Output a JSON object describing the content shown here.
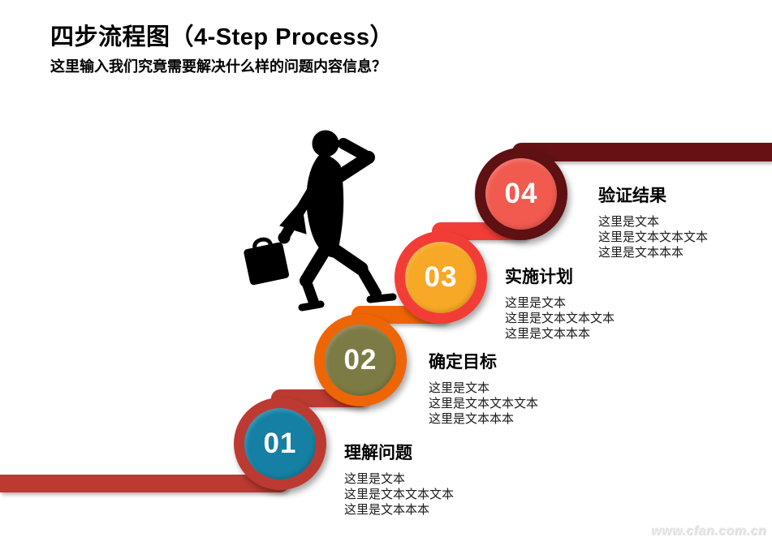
{
  "slide": {
    "title": "四步流程图（4-Step Process）",
    "subtitle": "这里输入我们究竟需要解决什么样的问题内容信息？",
    "watermark": "www.cfan.com.cn"
  },
  "colors": {
    "entry_bar": "#BC3A31",
    "exit_bar": "#671114",
    "number_text": "#ffffff",
    "silhouette": "#000000"
  },
  "steps": [
    {
      "number": "01",
      "heading": "理解问题",
      "lines": [
        "这里是文本",
        "这里是文本文本文本",
        "这里是文本本本"
      ],
      "ring_color": "#BC3A31",
      "fill_color": "#1580A3"
    },
    {
      "number": "02",
      "heading": "确定目标",
      "lines": [
        "这里是文本",
        "这里是文本文本文本",
        "这里是文本本本"
      ],
      "ring_color": "#EE6506",
      "fill_color": "#7C7A45"
    },
    {
      "number": "03",
      "heading": "实施计划",
      "lines": [
        "这里是文本",
        "这里是文本文本文本",
        "这里是文本本本"
      ],
      "ring_color": "#F23D37",
      "fill_color": "#F7A826"
    },
    {
      "number": "04",
      "heading": "验证结果",
      "lines": [
        "这里是文本",
        "这里是文本文本文本",
        "这里是文本本本"
      ],
      "ring_color": "#5E1013",
      "fill_color": "#F05A4F"
    }
  ]
}
